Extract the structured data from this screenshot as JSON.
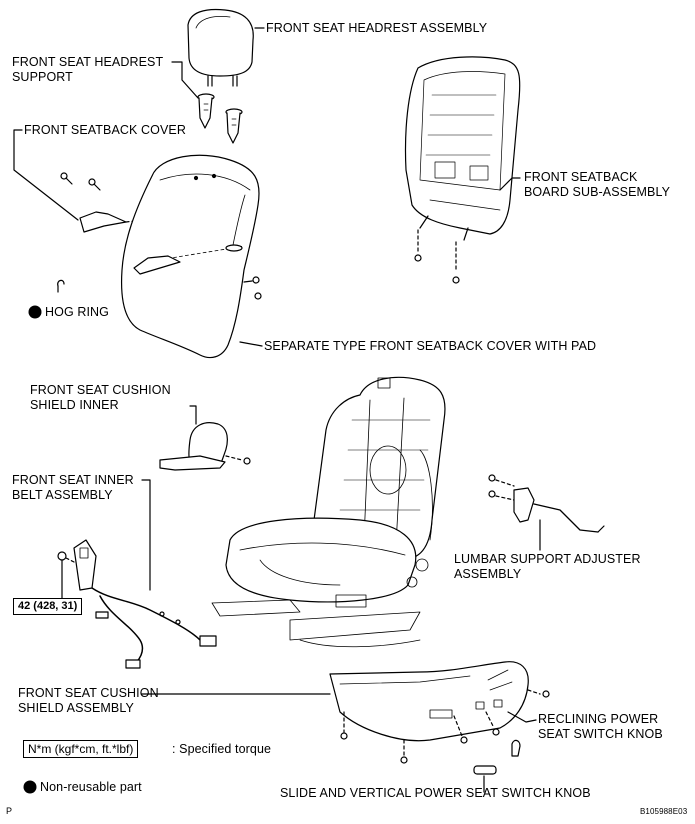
{
  "labels": {
    "headrest_assembly": "FRONT SEAT HEADREST ASSEMBLY",
    "headrest_support_1": "FRONT SEAT HEADREST",
    "headrest_support_2": "SUPPORT",
    "seatback_cover": "FRONT SEATBACK COVER",
    "seatback_board_1": "FRONT SEATBACK",
    "seatback_board_2": "BOARD SUB-ASSEMBLY",
    "hog_ring": "HOG RING",
    "separate_cover": "SEPARATE TYPE FRONT SEATBACK COVER WITH PAD",
    "cushion_shield_inner_1": "FRONT SEAT CUSHION",
    "cushion_shield_inner_2": "SHIELD INNER",
    "inner_belt_1": "FRONT SEAT INNER",
    "inner_belt_2": "BELT ASSEMBLY",
    "lumbar_1": "LUMBAR SUPPORT ADJUSTER",
    "lumbar_2": "ASSEMBLY",
    "cushion_shield_1": "FRONT SEAT CUSHION",
    "cushion_shield_2": "SHIELD ASSEMBLY",
    "reclining_1": "RECLINING POWER",
    "reclining_2": "SEAT SWITCH KNOB",
    "slide_vertical": "SLIDE AND VERTICAL POWER SEAT SWITCH KNOB"
  },
  "torque_value": "42 (428, 31)",
  "legend": {
    "unit": "N*m (kgf*cm, ft.*lbf)",
    "specified_torque": ": Specified torque",
    "non_reusable": "Non-reusable part"
  },
  "footer": {
    "corner_letter": "P",
    "figure_code": "B105988E03"
  }
}
